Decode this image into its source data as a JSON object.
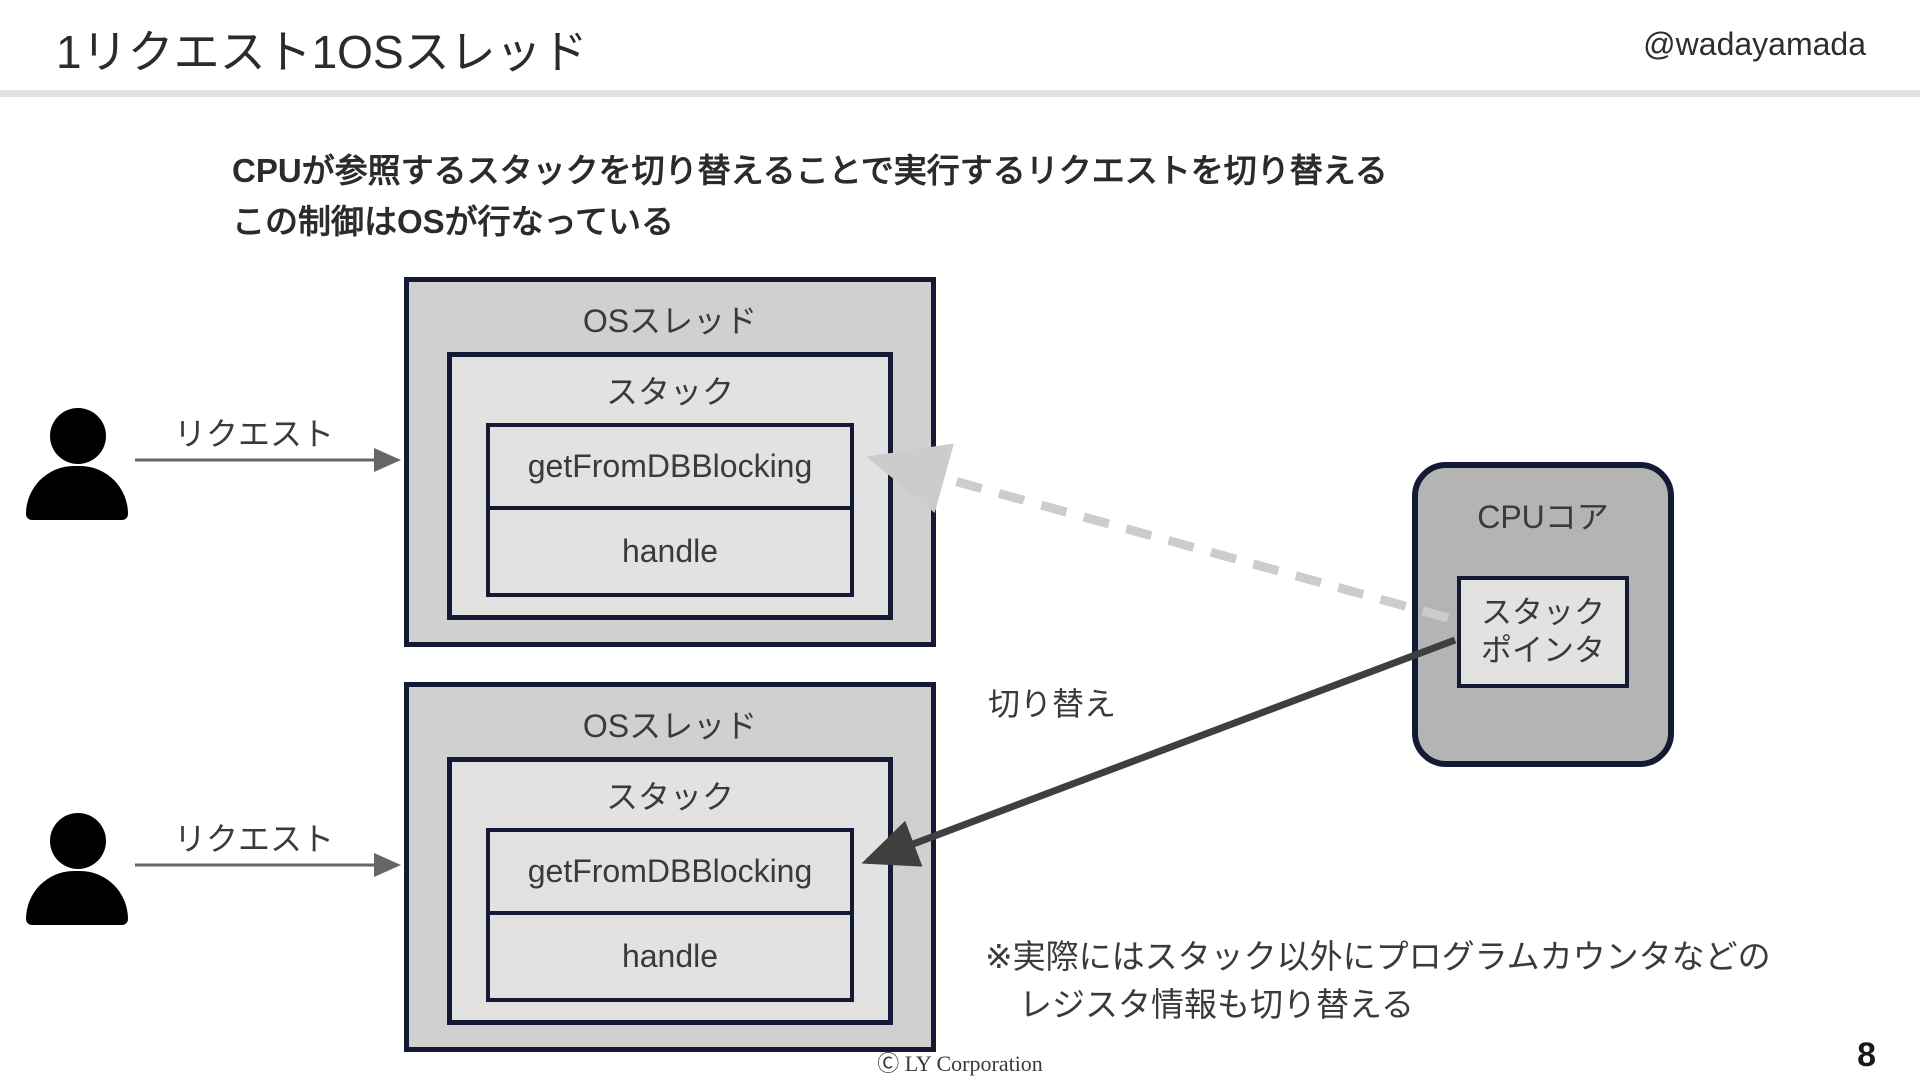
{
  "header": {
    "title": "1リクエスト1OSスレッド",
    "handle": "@wadayamada"
  },
  "lead": {
    "line1": "CPUが参照するスタックを切り替えることで実行するリクエストを切り替える",
    "line2": "この制御はOSが行なっている"
  },
  "threads": [
    {
      "title": "OSスレッド",
      "stack_title": "スタック",
      "frames": [
        "getFromDBBlocking",
        "handle"
      ],
      "request_label": "リクエスト"
    },
    {
      "title": "OSスレッド",
      "stack_title": "スタック",
      "frames": [
        "getFromDBBlocking",
        "handle"
      ],
      "request_label": "リクエスト"
    }
  ],
  "cpu": {
    "title": "CPUコア",
    "stack_pointer_line1": "スタック",
    "stack_pointer_line2": "ポインタ"
  },
  "labels": {
    "switch": "切り替え"
  },
  "footnote": {
    "line1": "※実際にはスタック以外にプログラムカウンタなどの",
    "line2": "レジスタ情報も切り替える"
  },
  "footer": {
    "copyright": "Ⓒ LY Corporation",
    "page_number": "8"
  },
  "colors": {
    "border_navy": "#141a33",
    "thread_fill": "#d0d0d0",
    "stack_fill": "#e2e2e2",
    "cpu_fill": "#b4b4b4",
    "arrow_dark": "#3f3f3f",
    "arrow_dashed": "#cccccc",
    "arrow_light": "#666666",
    "header_rule": "#e3e3e3"
  }
}
